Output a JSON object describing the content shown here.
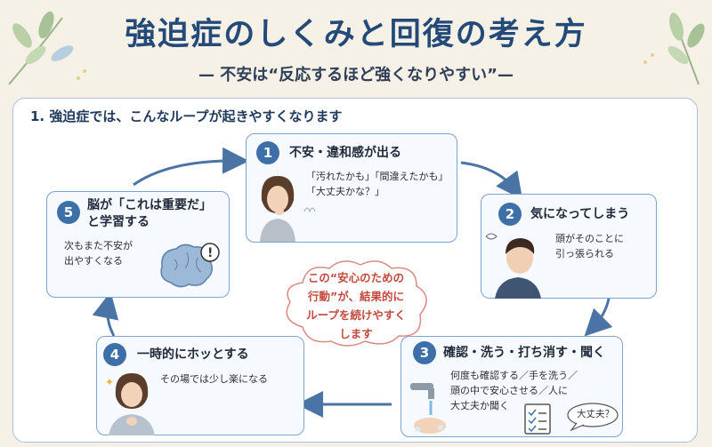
{
  "header": {
    "title": "強迫症のしくみと回復の考え方",
    "subtitle": "— 不安は“反応するほど強くなりやすい”—"
  },
  "section": {
    "heading": "1. 強迫症では、こんなループが起きやすくなります"
  },
  "steps": [
    {
      "num": "1",
      "title": "不安・違和感が出る",
      "lines": [
        "「汚れたかも」「間違えたかも」",
        "「大丈夫かな？」"
      ]
    },
    {
      "num": "2",
      "title": "気になってしまう",
      "lines": [
        "頭がそのことに",
        "引っ張られる"
      ]
    },
    {
      "num": "3",
      "title": "確認・洗う・打ち消す・聞く",
      "lines": [
        "何度も確認する／手を洗う／",
        "頭の中で安心させる／人に",
        "大丈夫か聞く"
      ],
      "bubble": "大丈夫？"
    },
    {
      "num": "4",
      "title": "一時的にホッとする",
      "lines": [
        "その場では少し楽になる"
      ]
    },
    {
      "num": "5",
      "title_lines": [
        "脳が「これは重要だ」",
        "と学習する"
      ],
      "lines": [
        "次もまた不安が",
        "出やすくなる"
      ]
    }
  ],
  "center_note": {
    "lines": [
      "この“安心のための",
      "行動”が、結果的に",
      "ループを続けやすく",
      "します"
    ]
  },
  "colors": {
    "title": "#234a78",
    "accent": "#3d6fa8",
    "note": "#c24a3e",
    "panel_border": "#a9c1dc"
  }
}
